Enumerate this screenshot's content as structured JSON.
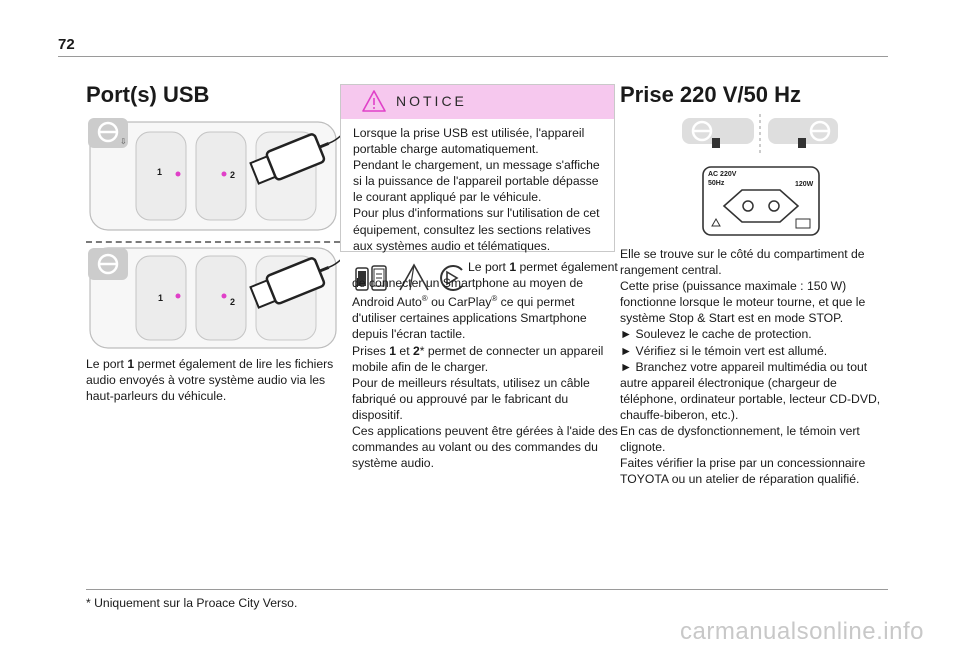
{
  "page": {
    "number": "72"
  },
  "left": {
    "title": "Port(s) USB",
    "label_1": "1",
    "label_2": "2",
    "text": "Le port 1 permet également de lire les fichiers audio envoyés à votre système audio via les haut-parleurs du véhicule.",
    "text_parts": [
      "Le port ",
      "1",
      " permet également de lire les fichiers audio envoyés à votre système audio via les haut-parleurs du véhicule."
    ]
  },
  "notice": {
    "title": "NOTICE",
    "text": "Lorsque la prise USB est utilisée, l'appareil portable charge automatiquement.\nPendant le chargement, un message s'affiche si la puissance de l'appareil portable dépasse le courant appliqué par le véhicule.\nPour plus d'informations sur l'utilisation de cet équipement, consultez les sections relatives aux systèmes audio et télématiques."
  },
  "middle": {
    "p1a": "Le port ",
    "p1b": "1",
    "p1c": " permet également de connecter un Smartphone au moyen de Android Auto",
    "p1d": " ou CarPlay",
    "p1e": " ce qui permet d'utiliser certaines applications Smartphone depuis l'écran tactile.",
    "reg": "®",
    "p2a": "Prises ",
    "p2b": "1",
    "p2c": " et ",
    "p2d": "2",
    "p2e": "* permet de connecter un appareil mobile afin de le charger.",
    "p3": "Pour de meilleurs résultats, utilisez un câble fabriqué ou approuvé par le fabricant du dispositif.",
    "p4": "Ces applications peuvent être gérées à l'aide des commandes au volant ou des commandes du système audio."
  },
  "right": {
    "title": "Prise 220 V/50 Hz",
    "socket_label_ac": "AC 220V",
    "socket_label_hz": "50Hz",
    "socket_label_w": "120W",
    "p1": "Elle se trouve sur le côté du compartiment de rangement central.",
    "p2": "Cette prise (puissance maximale : 150 W) fonctionne lorsque le moteur tourne, et que le système Stop & Start est en mode STOP.",
    "b1": "► Soulevez le cache de protection.",
    "b2": "► Vérifiez si le témoin vert est allumé.",
    "b3": "► Branchez votre appareil multimédia ou tout autre appareil électronique (chargeur de téléphone, ordinateur portable, lecteur CD-DVD, chauffe-biberon, etc.).",
    "p3": "En cas de dysfonctionnement, le  témoin vert clignote.",
    "p4": "Faites vérifier la prise par un concessionnaire TOYOTA ou un atelier de réparation qualifié."
  },
  "footnote": "* Uniquement sur la Proace City Verso.",
  "watermark": "carmanualsonline.info",
  "colors": {
    "notice_bg": "#f6c8ee",
    "accent_pink": "#e040c8"
  }
}
